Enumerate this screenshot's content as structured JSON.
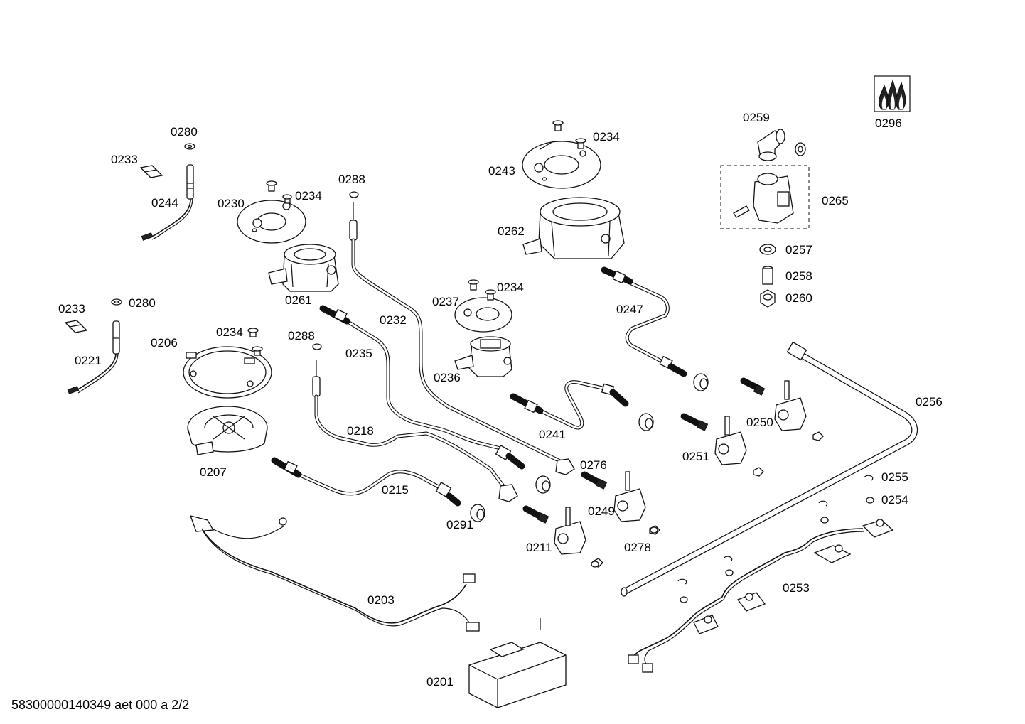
{
  "footer": "58300000140349 aet 000 a 2/2",
  "callouts": {
    "c0280a": "0280",
    "c0233a": "0233",
    "c0244": "0244",
    "c0230": "0230",
    "c0234a": "0234",
    "c0288a": "0288",
    "c0234b": "0234",
    "c0243": "0243",
    "c0262": "0262",
    "c0259": "0259",
    "c0265": "0265",
    "c0296": "0296",
    "c0257": "0257",
    "c0258": "0258",
    "c0260": "0260",
    "c0261": "0261",
    "c0232": "0232",
    "c0237": "0237",
    "c0234c": "0234",
    "c0247": "0247",
    "c0233b": "0233",
    "c0280b": "0280",
    "c0206": "0206",
    "c0234d": "0234",
    "c0288b": "0288",
    "c0235": "0235",
    "c0236": "0236",
    "c0221": "0221",
    "c0256": "0256",
    "c0250": "0250",
    "c0241": "0241",
    "c0218": "0218",
    "c0251": "0251",
    "c0207": "0207",
    "c0276": "0276",
    "c0215": "0215",
    "c0249": "0249",
    "c0255": "0255",
    "c0254": "0254",
    "c0291": "0291",
    "c0211": "0211",
    "c0278": "0278",
    "c0253": "0253",
    "c0203": "0203",
    "c0201": "0201"
  },
  "colors": {
    "ink": "#111111",
    "paper": "#ffffff"
  },
  "icons": {
    "gas-flame-symbol": "flame-icon"
  }
}
